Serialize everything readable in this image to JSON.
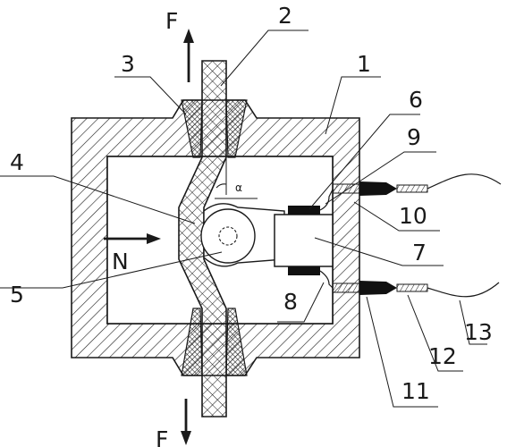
{
  "labels": {
    "force_top": "F",
    "force_bottom": "F",
    "normal_force": "N",
    "angle": "α",
    "callouts": [
      "1",
      "2",
      "3",
      "4",
      "5",
      "6",
      "7",
      "8",
      "9",
      "10",
      "11",
      "12",
      "13"
    ]
  },
  "colors": {
    "line": "#1a1a1a",
    "background": "#ffffff",
    "fill_dark": "#111111"
  }
}
